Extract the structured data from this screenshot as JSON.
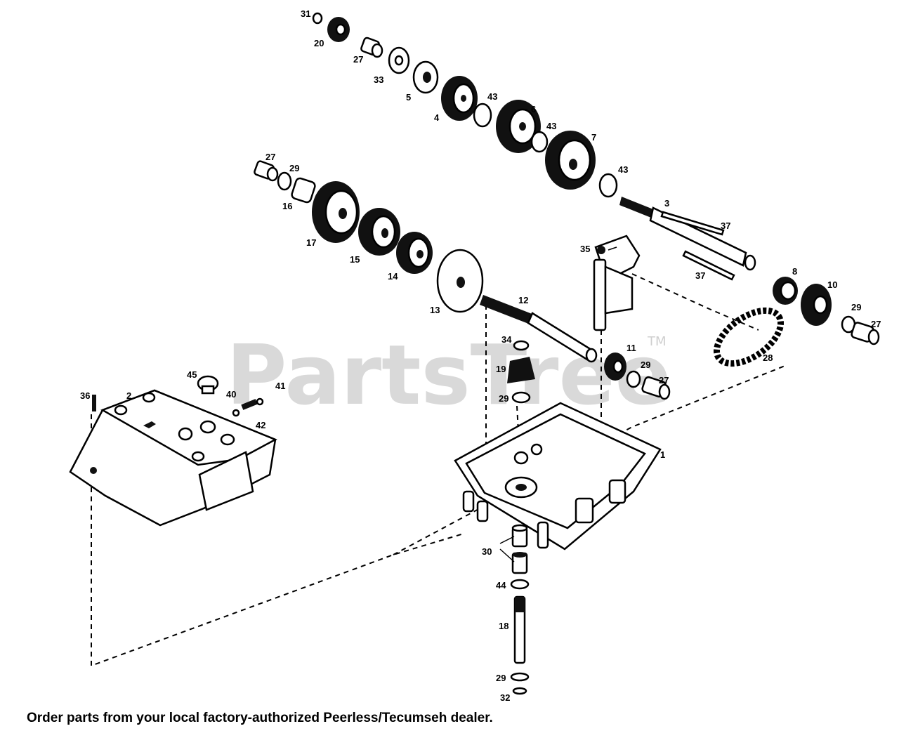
{
  "watermark": {
    "text": "PartsTree",
    "tm": "TM"
  },
  "footer": {
    "text": "Order parts from your local factory-authorized Peerless/Tecumseh dealer."
  },
  "callouts": [
    {
      "id": "c31",
      "label": "31"
    },
    {
      "id": "c20",
      "label": "20"
    },
    {
      "id": "c27a",
      "label": "27"
    },
    {
      "id": "c33",
      "label": "33"
    },
    {
      "id": "c5",
      "label": "5"
    },
    {
      "id": "c4",
      "label": "4"
    },
    {
      "id": "c43a",
      "label": "43"
    },
    {
      "id": "c6",
      "label": "6"
    },
    {
      "id": "c43b",
      "label": "43"
    },
    {
      "id": "c7",
      "label": "7"
    },
    {
      "id": "c43c",
      "label": "43"
    },
    {
      "id": "c27b",
      "label": "27"
    },
    {
      "id": "c29a",
      "label": "29"
    },
    {
      "id": "c16",
      "label": "16"
    },
    {
      "id": "c17",
      "label": "17"
    },
    {
      "id": "c15",
      "label": "15"
    },
    {
      "id": "c14",
      "label": "14"
    },
    {
      "id": "c13",
      "label": "13"
    },
    {
      "id": "c12",
      "label": "12"
    },
    {
      "id": "c3",
      "label": "3"
    },
    {
      "id": "c37a",
      "label": "37"
    },
    {
      "id": "c37b",
      "label": "37"
    },
    {
      "id": "c35",
      "label": "35"
    },
    {
      "id": "c8",
      "label": "8"
    },
    {
      "id": "c10",
      "label": "10"
    },
    {
      "id": "c29b",
      "label": "29"
    },
    {
      "id": "c27c",
      "label": "27"
    },
    {
      "id": "c28",
      "label": "28"
    },
    {
      "id": "c34",
      "label": "34"
    },
    {
      "id": "c19",
      "label": "19"
    },
    {
      "id": "c29c",
      "label": "29"
    },
    {
      "id": "c11",
      "label": "11"
    },
    {
      "id": "c29d",
      "label": "29"
    },
    {
      "id": "c27d",
      "label": "27"
    },
    {
      "id": "c1",
      "label": "1"
    },
    {
      "id": "c45",
      "label": "45"
    },
    {
      "id": "c36",
      "label": "36"
    },
    {
      "id": "c2",
      "label": "2"
    },
    {
      "id": "c40",
      "label": "40"
    },
    {
      "id": "c41",
      "label": "41"
    },
    {
      "id": "c42",
      "label": "42"
    },
    {
      "id": "c30",
      "label": "30"
    },
    {
      "id": "c44",
      "label": "44"
    },
    {
      "id": "c18",
      "label": "18"
    },
    {
      "id": "c29e",
      "label": "29"
    },
    {
      "id": "c32",
      "label": "32"
    }
  ]
}
